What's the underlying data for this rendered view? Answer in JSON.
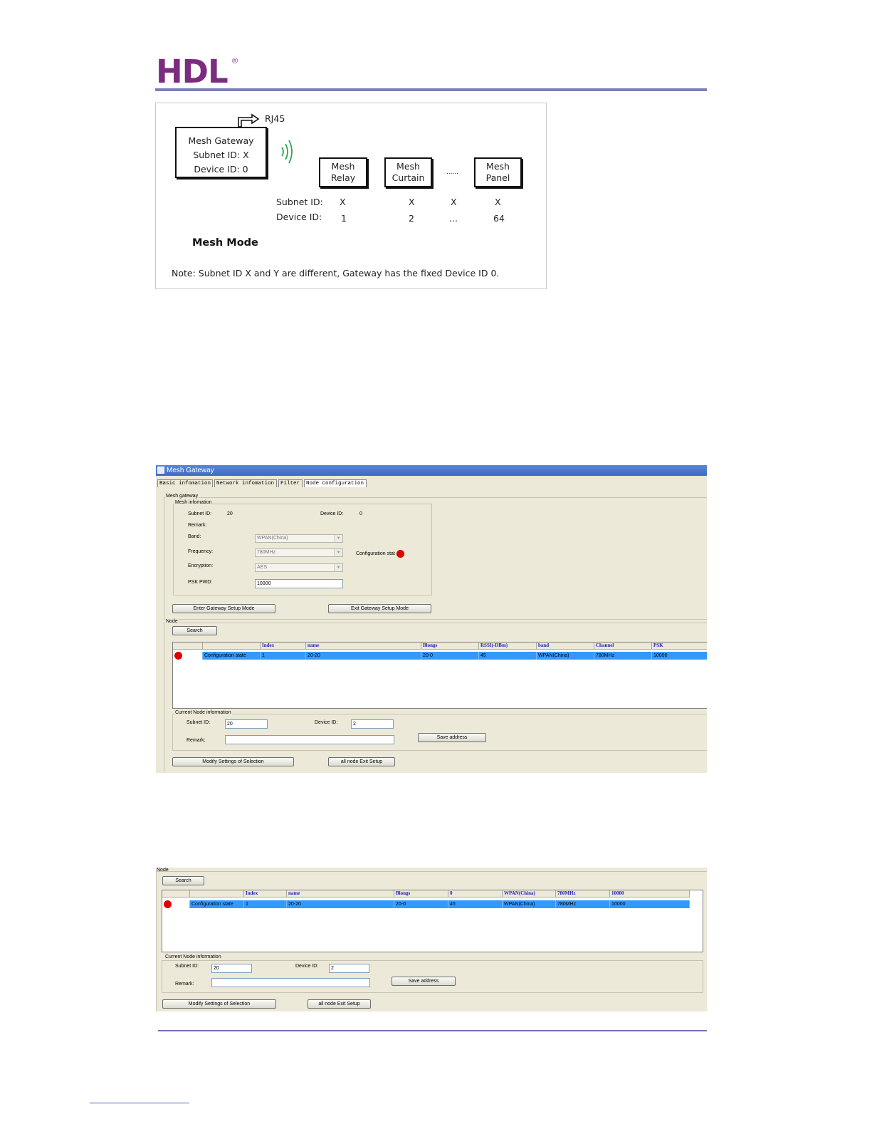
{
  "header": {
    "logo": "HDL",
    "registered": "®"
  },
  "diagram": {
    "rj45": "RJ45",
    "gateway_lines": [
      "Mesh Gateway",
      "Subnet ID: X",
      "Device ID: 0"
    ],
    "relay": [
      "Mesh",
      "Relay"
    ],
    "curtain": [
      "Mesh",
      "Curtain"
    ],
    "panel": [
      "Mesh",
      "Panel"
    ],
    "dots": "......",
    "subnet_label": "Subnet ID:",
    "device_label": "Device ID:",
    "subnet_values": [
      "X",
      "X",
      "X",
      "X"
    ],
    "device_values": [
      "1",
      "2",
      "...",
      "64"
    ],
    "mode_title": "Mesh Mode",
    "note": "Note: Subnet ID X and Y are different, Gateway has the fixed Device ID 0."
  },
  "app": {
    "title": "Mesh Gateway",
    "tabs": [
      "Basic infomation",
      "Network infomation",
      "Filter",
      "Node configuration"
    ],
    "gateway_group": "Mesh gateway",
    "info_group": "Mesh infomation",
    "subnet_label": "Subnet ID:",
    "subnet_value": "20",
    "device_label": "Device ID:",
    "device_value": "0",
    "remark_label": "Remark:",
    "band_label": "Band:",
    "band_value": "WPAN(China)",
    "freq_label": "Frequency:",
    "freq_value": "780MHz",
    "enc_label": "Encryption:",
    "enc_value": "AES",
    "psk_label": "PSK PWD:",
    "psk_value": "10000",
    "config_state_label": "Configuration stat",
    "enter_setup": "Enter Gateway Setup Mode",
    "exit_setup": "Exit Gateway Setup Mode",
    "node_group": "Node",
    "search": "Search",
    "columns": [
      "",
      "",
      "Index",
      "name",
      "Blongs",
      "RSSI(-DBm)",
      "band",
      "Channel",
      "PSK"
    ],
    "row": [
      "",
      "Configuration state",
      "1",
      "20-20",
      "20-0",
      "45",
      "WPAN(China)",
      "780MHz",
      "10000"
    ],
    "current_group": "Current Node information",
    "cur_subnet_label": "Subnet ID:",
    "cur_subnet_value": "20",
    "cur_device_label": "Device ID:",
    "cur_device_value": "2",
    "cur_remark_label": "Remark:",
    "save_address": "Save address",
    "modify": "Modify Settings of Selection",
    "all_exit": "all node Exit Setup"
  },
  "shot2": {
    "node_group": "Node",
    "search": "Search",
    "columns": [
      "",
      "",
      "Index",
      "name",
      "Blongs",
      "0",
      "WPAN(China)",
      "780MHz",
      "10000"
    ],
    "row": [
      "",
      "Configuration state",
      "1",
      "20-20",
      "20-0",
      "45",
      "WPAN(China)",
      "780MHz",
      "10000"
    ],
    "current_group": "Current Node information",
    "cur_subnet_label": "Subnet ID:",
    "cur_subnet_value": "20",
    "cur_device_label": "Device ID:",
    "cur_device_value": "2",
    "cur_remark_label": "Remark:",
    "save_address": "Save address",
    "modify": "Modify Settings of Selection",
    "all_exit": "all node Exit Setup"
  },
  "colors": {
    "brand": "#7b2c7f",
    "rule": "#7b80b8",
    "selection": "#3399ff",
    "status_red": "#e00000",
    "signal_green": "#2ea84a"
  }
}
